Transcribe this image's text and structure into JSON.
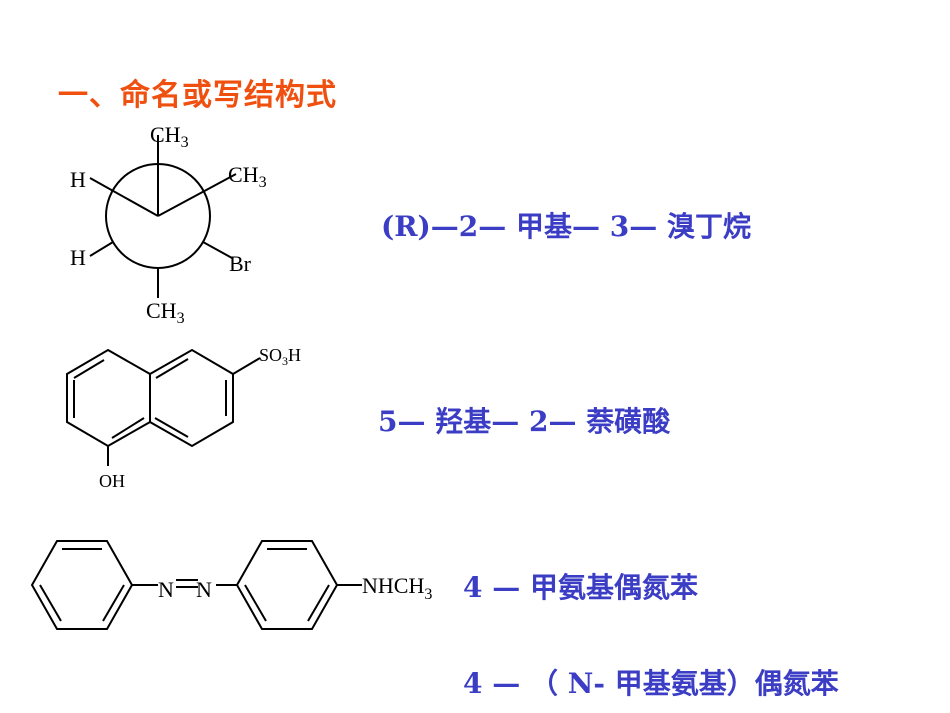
{
  "title": "一、命名或写结构式",
  "structure_newman": {
    "front_top": "CH",
    "front_top_sub": "3",
    "front_left": "H",
    "front_right": "CH",
    "front_right_sub": "3",
    "back_left": "H",
    "back_right": "Br",
    "back_bottom": "CH",
    "back_bottom_sub": "3"
  },
  "structure_naphthalene": {
    "substituent_top": "SO",
    "substituent_top_sub": "3",
    "substituent_top_end": "H",
    "substituent_bottom": "OH"
  },
  "structure_azo": {
    "azo_n1": "N",
    "azo_n2": "N",
    "amine": "NHCH",
    "amine_sub": "3"
  },
  "answers": [
    "(R)—2— 甲基— 3— 溴丁烷",
    "5— 羟基— 2— 萘磺酸",
    "4 — 甲氨基偶氮苯",
    "4 — （ N- 甲基氨基）偶氮苯"
  ]
}
